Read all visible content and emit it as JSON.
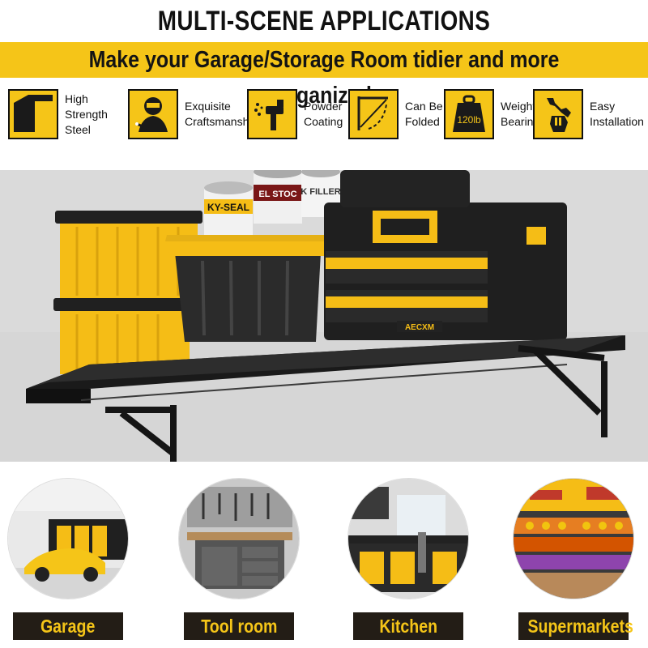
{
  "header": {
    "title": "MULTI-SCENE APPLICATIONS",
    "subtitle": "Make your Garage/Storage Room tidier and more organized"
  },
  "features": [
    {
      "icon": "steel-corner-icon",
      "line1": "High Strength",
      "line2": "Steel"
    },
    {
      "icon": "welder-icon",
      "line1": "Exquisite",
      "line2": "Craftsmanship"
    },
    {
      "icon": "spray-gun-icon",
      "line1": "Powder",
      "line2": "Coating"
    },
    {
      "icon": "fold-bracket-icon",
      "line1": "Can Be",
      "line2": "Folded"
    },
    {
      "icon": "weight-icon",
      "line1": "Weight",
      "line2": "Bearing",
      "weight_text": "120lb"
    },
    {
      "icon": "wrench-hand-icon",
      "line1": "Easy",
      "line2": "Installation"
    }
  ],
  "product": {
    "brand_label": "AECXM",
    "can_labels": [
      "KY-SEAL",
      "EL STOC",
      "K FILLER"
    ]
  },
  "scenes": [
    {
      "name": "garage",
      "label": "Garage"
    },
    {
      "name": "tool-room",
      "label": "Tool room"
    },
    {
      "name": "kitchen",
      "label": "Kitchen"
    },
    {
      "name": "supermarkets",
      "label": "Supermarkets"
    }
  ],
  "colors": {
    "accent": "#f5c518",
    "dark": "#111111",
    "tag_bg": "#231d16"
  }
}
